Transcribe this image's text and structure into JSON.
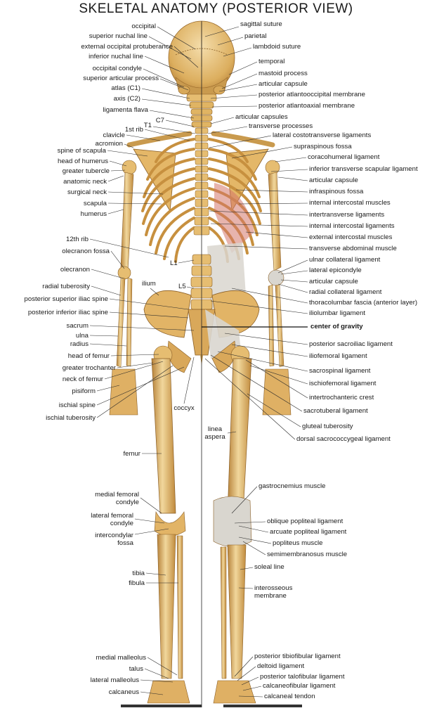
{
  "title": "SKELETAL ANATOMY (POSTERIOR VIEW)",
  "colors": {
    "bone": "#e0b463",
    "bone_light": "#f1d79c",
    "bone_dark": "#a7742c",
    "ligament": "#d9d6cf",
    "muscle": "#d4766a",
    "lines": "#2a2a2a",
    "ground": "#333333"
  },
  "labels": {
    "occipital": "occipital",
    "superior_nuchal_line": "superior nuchal line",
    "external_occipital_protuberance": "external occipital protuberance",
    "inferior_nuchal_line": "inferior nuchal line",
    "occipital_condyle": "occipital condyle",
    "superior_articular_process": "superior articular process",
    "atlas_c1": "atlas (C1)",
    "axis_c2": "axis (C2)",
    "ligamenta_flava": "ligamenta flava",
    "c7": "C7",
    "t1": "T1",
    "first_rib": "1st rib",
    "clavicle": "clavicle",
    "acromion": "acromion",
    "spine_of_scapula": "spine of scapula",
    "head_of_humerus": "head of humerus",
    "greater_tubercle": "greater tubercle",
    "anatomic_neck": "anatomic neck",
    "surgical_neck": "surgical neck",
    "scapula": "scapula",
    "humerus": "humerus",
    "twelfth_rib": "12th rib",
    "olecranon_fossa": "olecranon fossa",
    "olecranon": "olecranon",
    "l1": "L1",
    "radial_tuberosity": "radial tuberosity",
    "ilium": "ilium",
    "l5": "L5",
    "posterior_superior_iliac_spine": "posterior superior iliac spine",
    "posterior_inferior_iliac_spine": "posterior inferior iliac spine",
    "sacrum": "sacrum",
    "ulna": "ulna",
    "radius": "radius",
    "head_of_femur": "head of femur",
    "greater_trochanter": "greater trochanter",
    "neck_of_femur": "neck of femur",
    "pisiform": "pisiform",
    "ischial_spine": "ischial spine",
    "coccyx": "coccyx",
    "ischial_tuberosity": "ischial tuberosity",
    "femur": "femur",
    "medial_femoral_condyle_1": "medial femoral",
    "medial_femoral_condyle_2": "condyle",
    "lateral_femoral_condyle_1": "lateral femoral",
    "lateral_femoral_condyle_2": "condyle",
    "intercondylar_fossa_1": "intercondylar",
    "intercondylar_fossa_2": "fossa",
    "tibia": "tibia",
    "fibula": "fibula",
    "medial_malleolus": "medial malleolus",
    "talus": "talus",
    "lateral_malleolus": "lateral malleolus",
    "calcaneus": "calcaneus",
    "sagittal_suture": "sagittal suture",
    "parietal": "parietal",
    "lambdoid_suture": "lambdoid suture",
    "temporal": "temporal",
    "mastoid_process": "mastoid process",
    "articular_capsule_1": "articular capsule",
    "posterior_atlantooccipital_membrane": "posterior atlantooccipital membrane",
    "posterior_atlantoaxial_membrane": "posterior atlantoaxial membrane",
    "articular_capsules": "articular capsules",
    "transverse_processes": "transverse processes",
    "lateral_costotransverse_ligaments": "lateral costotransverse ligaments",
    "supraspinous_fossa": "supraspinous fossa",
    "coracohumeral_ligament": "coracohumeral ligament",
    "inferior_transverse_scapular_ligament": "inferior transverse scapular ligament",
    "articular_capsule_2": "articular capsule",
    "infraspinous_fossa": "infraspinous fossa",
    "internal_intercostal_muscles": "internal intercostal muscles",
    "intertransverse_ligaments": "intertransverse ligaments",
    "internal_intercostal_ligaments": "internal intercostal ligaments",
    "external_intercostal_muscles": "external intercostal muscles",
    "transverse_abdominal_muscle": "transverse abdominal muscle",
    "ulnar_collateral_ligament": "ulnar collateral ligament",
    "lateral_epicondyle": "lateral epicondyle",
    "articular_capsule_3": "articular capsule",
    "radial_collateral_ligament": "radial collateral ligament",
    "thoracolumbar_fascia": "thoracolumbar fascia (anterior layer)",
    "iliolumbar_ligament": "iliolumbar ligament",
    "center_of_gravity": "center of gravity",
    "posterior_sacroiliac_ligament": "posterior sacroiliac ligament",
    "iliofemoral_ligament": "iliofemoral ligament",
    "sacrospinal_ligament": "sacrospinal ligament",
    "ischiofemoral_ligament": "ischiofemoral ligament",
    "intertrochanteric_crest": "intertrochanteric crest",
    "sacrotuberal_ligament": "sacrotuberal ligament",
    "gluteal_tuberosity": "gluteal tuberosity",
    "dorsal_sacrococcygeal_ligament": "dorsal sacrococcygeal ligament",
    "linea_aspera_1": "linea",
    "linea_aspera_2": "aspera",
    "gastrocnemius_muscle": "gastrocnemius muscle",
    "oblique_popliteal_ligament": "oblique popliteal ligament",
    "arcuate_popliteal_ligament": "arcuate popliteal ligament",
    "popliteus_muscle": "popliteus muscle",
    "semimembranosus_muscle": "semimembranosus muscle",
    "soleal_line": "soleal line",
    "interosseous_membrane_1": "interosseous",
    "interosseous_membrane_2": "membrane",
    "posterior_tibiofibular_ligament": "posterior tibiofibular ligament",
    "deltoid_ligament": "deltoid ligament",
    "posterior_talofibular_ligament": "posterior talofibular ligament",
    "calcaneofibular_ligament": "calcaneofibular ligament",
    "calcaneal_tendon": "calcaneal tendon"
  }
}
